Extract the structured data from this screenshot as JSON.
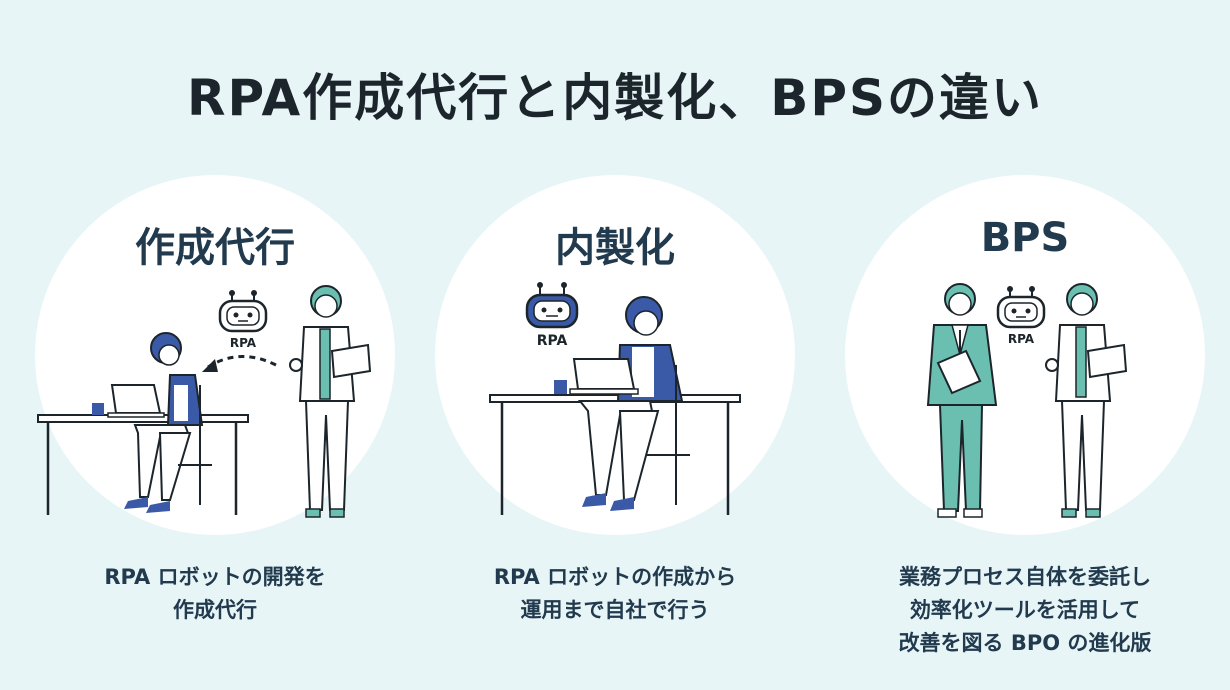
{
  "title": "RPA作成代行と内製化、BPSの違い",
  "colors": {
    "background": "#e7f5f7",
    "navy_accent": "#3a5aa8",
    "teal_accent": "#6bbfb0",
    "text": "#223a4e"
  },
  "panels": [
    {
      "heading": "作成代行",
      "robot_label": "RPA",
      "desc_lines": [
        "RPA ロボットの開発を",
        "作成代行"
      ]
    },
    {
      "heading": "内製化",
      "robot_label": "RPA",
      "desc_lines": [
        "RPA ロボットの作成から",
        "運用まで自社で行う"
      ]
    },
    {
      "heading": "BPS",
      "robot_label": "RPA",
      "desc_lines": [
        "業務プロセス自体を委託し",
        "効率化ツールを活用して",
        "改善を図る BPO の進化版"
      ]
    }
  ]
}
